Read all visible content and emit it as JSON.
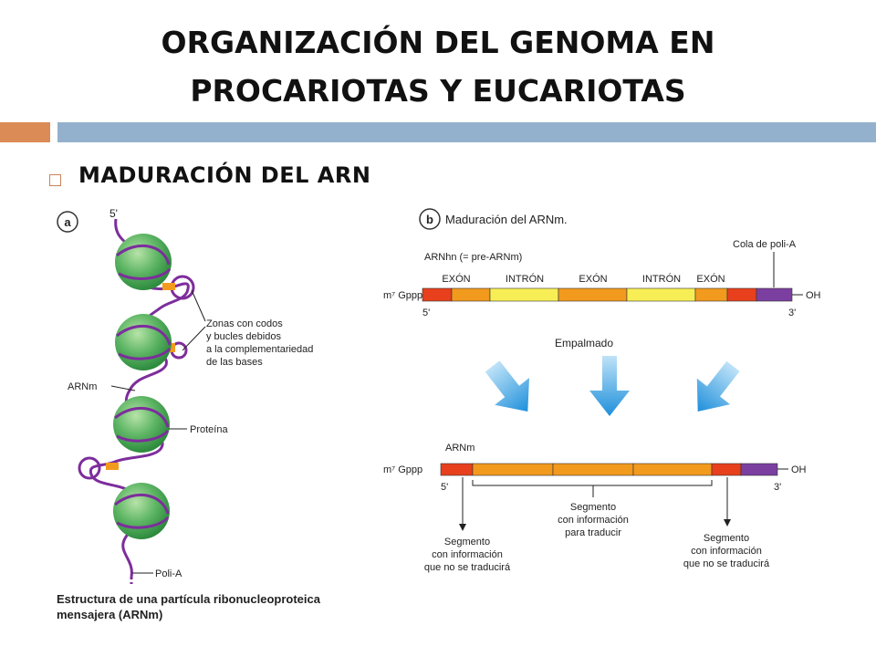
{
  "slide": {
    "title_line1": "ORGANIZACIÓN DEL GENOMA EN",
    "title_line2": "PROCARIOTAS Y EUCARIOTAS",
    "bullet": "MADURACIÓN DEL ARN"
  },
  "panel_a": {
    "letter": "a",
    "five_prime": "5'",
    "label_zonas_1": "Zonas con codos",
    "label_zonas_2": "y bucles debidos",
    "label_zonas_3": "a la complementariedad",
    "label_zonas_4": "de las bases",
    "label_arnm": "ARNm",
    "label_proteina": "Proteína",
    "label_polia": "Poli-A",
    "caption_line1": "Estructura de una partícula ribonucleoproteica",
    "caption_line2": "mensajera (ARNm)"
  },
  "panel_b": {
    "letter": "b",
    "title": "Maduración del ARNm.",
    "pre_label": "ARNhn (= pre-ARNm)",
    "cola_label": "Cola de poli-A",
    "segments": [
      "EXÓN",
      "INTRÓN",
      "EXÓN",
      "INTRÓN",
      "EXÓN"
    ],
    "cap_label": "m⁷ Gppp",
    "oh_label": "OH",
    "five_prime": "5'",
    "three_prime": "3'",
    "empalmado": "Empalmado",
    "arnm_label": "ARNm",
    "seg_noTrad_left": [
      "Segmento",
      "con información",
      "que no se traducirá"
    ],
    "seg_trad": [
      "Segmento",
      "con información",
      "para traducir"
    ],
    "seg_noTrad_right": [
      "Segmento",
      "con información",
      "que no se traducirá"
    ]
  },
  "colors": {
    "orange_bar": "#DB8B55",
    "blue_bar": "#93B1CC",
    "exon": "#F29A1E",
    "intron": "#F7EE55",
    "red_utr": "#E8401C",
    "polyA": "#7B3FA0",
    "rna_strand": "#7D2D9C",
    "protein": "#4CAF50",
    "arrow_blue": "#2E9BE0"
  }
}
